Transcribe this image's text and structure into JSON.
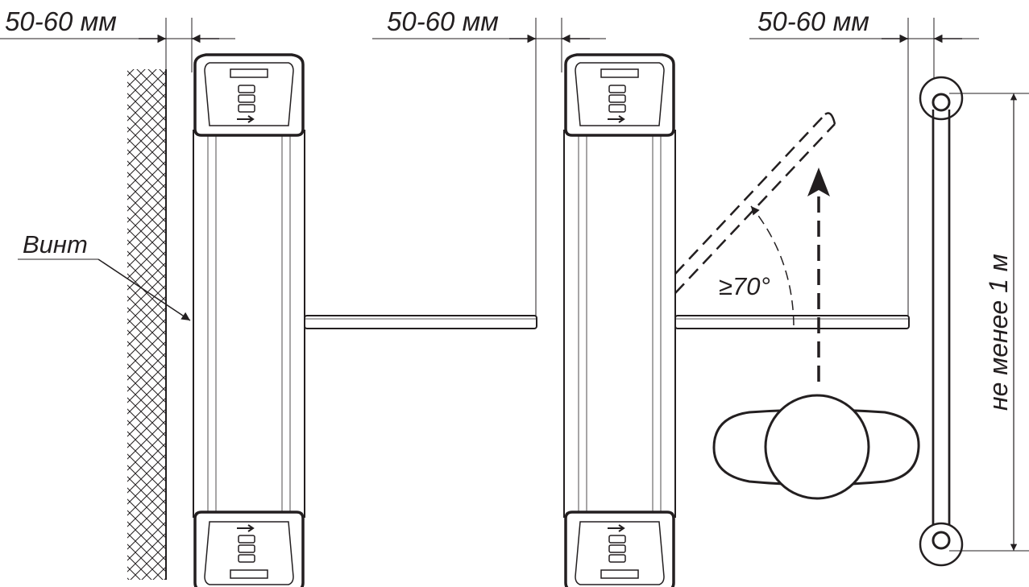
{
  "dimensions": {
    "gap_left": "50-60 мм",
    "gap_middle": "50-60 мм",
    "gap_right": "50-60 мм"
  },
  "labels": {
    "screw": "Винт",
    "min_angle": "≥70°",
    "min_passage": "не менее 1 м"
  }
}
